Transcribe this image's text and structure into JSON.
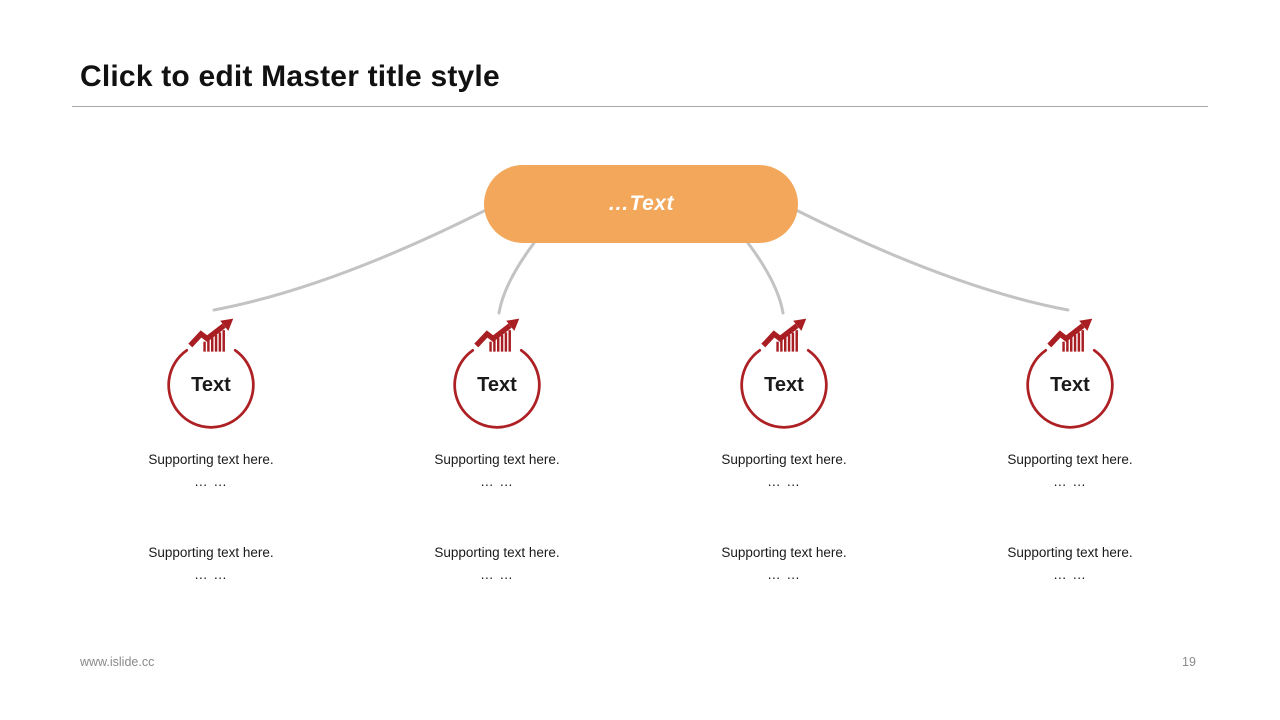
{
  "slide": {
    "title": "Click to edit Master title style",
    "footer": {
      "website": "www.islide.cc",
      "page_number": "19"
    }
  },
  "diagram": {
    "type": "tree",
    "root_label": "…Text",
    "branches": [
      {
        "label": "Text",
        "icon": "trend-up-chart-icon",
        "support_top": {
          "line1": "Supporting text here.",
          "line2": "… …"
        },
        "support_bottom": {
          "line1": "Supporting text here.",
          "line2": "… …"
        }
      },
      {
        "label": "Text",
        "icon": "trend-up-chart-icon",
        "support_top": {
          "line1": "Supporting text here.",
          "line2": "… …"
        },
        "support_bottom": {
          "line1": "Supporting text here.",
          "line2": "… …"
        }
      },
      {
        "label": "Text",
        "icon": "trend-up-chart-icon",
        "support_top": {
          "line1": "Supporting text here.",
          "line2": "… …"
        },
        "support_bottom": {
          "line1": "Supporting text here.",
          "line2": "… …"
        }
      },
      {
        "label": "Text",
        "icon": "trend-up-chart-icon",
        "support_top": {
          "line1": "Supporting text here.",
          "line2": "… …"
        },
        "support_bottom": {
          "line1": "Supporting text here.",
          "line2": "… …"
        }
      }
    ],
    "colors": {
      "root_fill": "#F2A75B",
      "root_text": "#FFFFFF",
      "node_stroke": "#AD2024",
      "icon": "#A91E22",
      "connector": "#C3C3C3",
      "rule": "#A8A8A8",
      "footer_text": "#8A8A8A",
      "title_text": "#111111",
      "body_text": "#1A1A1A"
    }
  }
}
